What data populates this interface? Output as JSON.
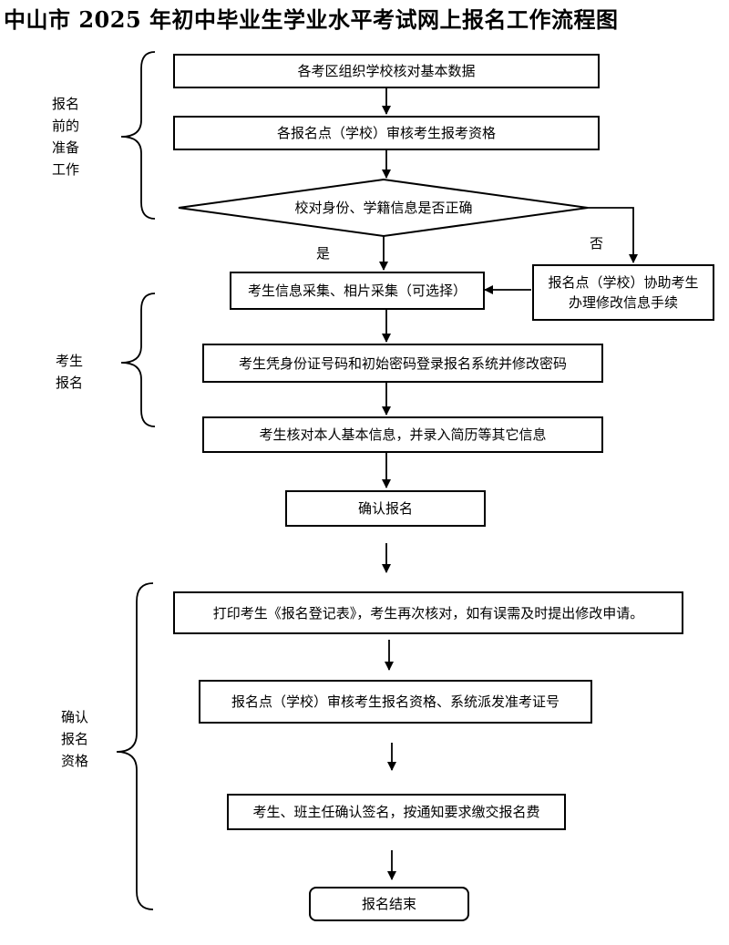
{
  "title": "中山市 2025 年初中毕业生学业水平考试网上报名工作流程图",
  "phases": {
    "prep": [
      "报名",
      "前的",
      "准备",
      "工作"
    ],
    "register": [
      "考生",
      "报名"
    ],
    "confirm": [
      "确认",
      "报名",
      "资格"
    ]
  },
  "steps": {
    "verify_data": "各考区组织学校核对基本数据",
    "audit_eligibility": "各报名点（学校）审核考生报考资格",
    "check_identity": "校对身份、学籍信息是否正确",
    "yes_label": "是",
    "no_label": "否",
    "assist_modify": "报名点（学校）协助考生办理修改信息手续",
    "collect_info": "考生信息采集、相片采集（可选择）",
    "login_system": "考生凭身份证号码和初始密码登录报名系统并修改密码",
    "verify_personal": "考生核对本人基本信息，并录入简历等其它信息",
    "confirm_registration": "确认报名",
    "print_form": "打印考生《报名登记表》，考生再次核对，如有误需及时提出修改申请。",
    "audit_assign": "报名点（学校）审核考生报名资格、系统派发准考证号",
    "sign_pay": "考生、班主任确认签名，按通知要求缴交报名费",
    "end": "报名结束"
  }
}
